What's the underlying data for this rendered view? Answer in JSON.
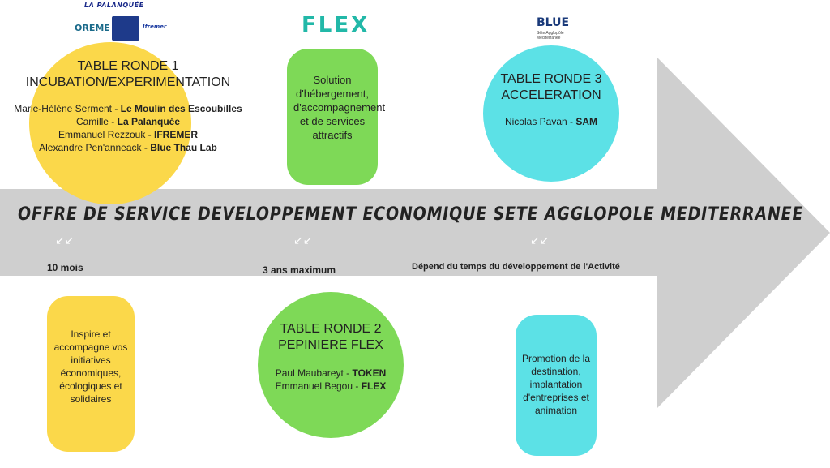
{
  "logos": {
    "palanquee": "LA PALANQUÉE",
    "oreme": "OREME",
    "ifremer": "Ifremer",
    "flex": "FLEX",
    "blue": "BLUE",
    "blue_sub": "Sète Agglopôle Méditerranée"
  },
  "banner": "OFFRE DE SERVICE DEVELOPPEMENT ECONOMIQUE SETE AGGLOPOLE MEDITERRANEE",
  "table1": {
    "title_line1": "TABLE RONDE 1",
    "title_line2": "INCUBATION/EXPERIMENTATION",
    "people": [
      {
        "name": "Marie-Hélène Serment  - ",
        "org": "Le Moulin des Escoubilles"
      },
      {
        "name": "Camille - ",
        "org": "La Palanquée"
      },
      {
        "name": "Emmanuel Rezzouk - ",
        "org": "IFREMER"
      },
      {
        "name": "Alexandre Pen'anneack - ",
        "org": "Blue Thau Lab"
      }
    ]
  },
  "flex_box": {
    "text": "Solution d'hébergement, d'accompagnement et de services attractifs"
  },
  "table3": {
    "title_line1": "TABLE RONDE 3",
    "title_line2": "ACCELERATION",
    "people": [
      {
        "name": "Nicolas Pavan -  ",
        "org": "SAM"
      }
    ]
  },
  "durations": {
    "d1": "10 mois",
    "d2": "3 ans maximum",
    "d3": "Dépend du temps du développement de l'Activité"
  },
  "incub_box": {
    "text": "Inspire et accompagne vos initiatives économiques, écologiques et solidaires"
  },
  "table2": {
    "title_line1": "TABLE RONDE 2",
    "title_line2": "PEPINIERE FLEX",
    "people": [
      {
        "name": "Paul Maubareyt - ",
        "org": "TOKEN"
      },
      {
        "name": "Emmanuel Begou - ",
        "org": "FLEX"
      }
    ]
  },
  "accel_box": {
    "text": "Promotion de la destination, implantation d'entreprises et animation"
  },
  "colors": {
    "yellow": "#fbd84a",
    "green": "#7ed957",
    "cyan": "#5ce1e6",
    "arrow": "#cfcfcf"
  }
}
